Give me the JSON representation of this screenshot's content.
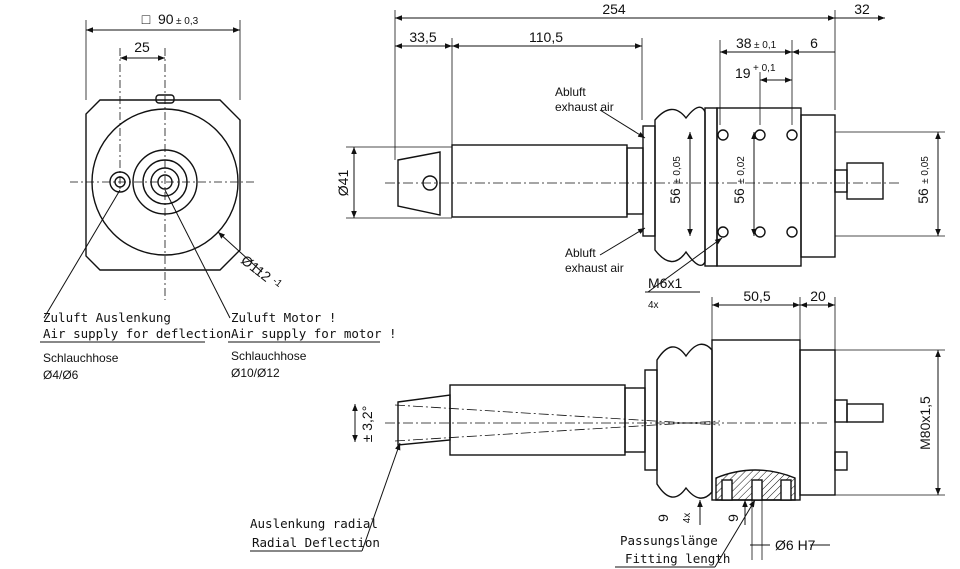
{
  "front_view": {
    "square_symbol": "□",
    "width_dim": "90",
    "width_tol": "± 0,3",
    "offset_dim": "25",
    "diameter_dim": "Ø112",
    "diameter_tol": "-1",
    "supply_deflection": {
      "line1": "Zuluft Auslenkung",
      "line2": "Air supply for deflection",
      "hose_label": "Schlauchhose",
      "hose_size": "Ø4/Ø6"
    },
    "supply_motor": {
      "line1": "Zuluft Motor !",
      "line2": "Air supply for motor !",
      "hose_label": "Schlauchhose",
      "hose_size": "Ø10/Ø12"
    }
  },
  "side_view": {
    "total_length": "254",
    "fitting_length": "32",
    "front_length": "33,5",
    "body_length": "110,5",
    "hole_pitch": "38",
    "hole_pitch_tol": "± 0,1",
    "edge_6": "6",
    "hole_19": "19",
    "hole_19_tol": "+ 0,1",
    "shaft_dia": "Ø41",
    "height_56a": "56",
    "height_56a_tol": "± 0,05",
    "height_56b": "56",
    "height_56b_tol": "± 0,02",
    "height_56c": "56",
    "height_56c_tol": "± 0,05",
    "exhaust_top": {
      "line1": "Abluft",
      "line2": "exhaust air"
    },
    "exhaust_bottom": {
      "line1": "Abluft",
      "line2": "exhaust air"
    },
    "thread": "M6x1",
    "thread_count": "4x"
  },
  "bottom_view": {
    "len_50_5": "50,5",
    "len_20": "20",
    "thread_m80": "M80x1,5",
    "angle": "± 3,2°",
    "deflection": {
      "line1": "Auslenkung radial",
      "line2": "Radial Deflection"
    },
    "fitting": {
      "line1": "Passungslänge",
      "line2": "Fitting length"
    },
    "depth_9a": "9",
    "depth_9b": "9",
    "count_4x": "4x",
    "pin_dia": "Ø6 H7"
  }
}
